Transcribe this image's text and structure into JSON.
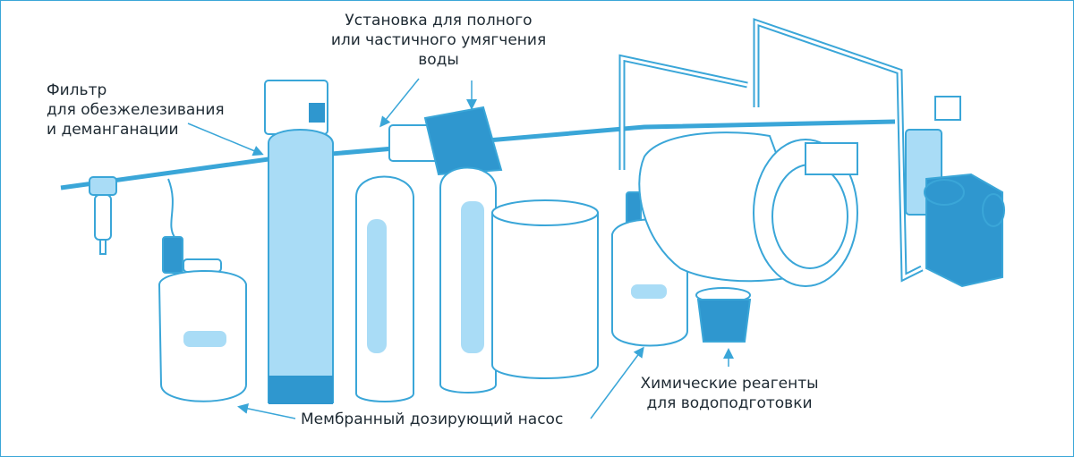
{
  "labels": {
    "filter": [
      "Фильтр",
      "для обезжелезивания",
      "и деманганации"
    ],
    "softener": [
      "Установка для полного",
      "или частичного умягчения",
      "воды"
    ],
    "pump": [
      "Мембранный дозирующий насос"
    ],
    "reagents": [
      "Химические реагенты",
      "для водоподготовки"
    ]
  },
  "colors": {
    "outline": "#3aa6d8",
    "fill_light": "#a9dcf6",
    "fill_dark": "#2f97cf",
    "text": "#1e2a33"
  }
}
